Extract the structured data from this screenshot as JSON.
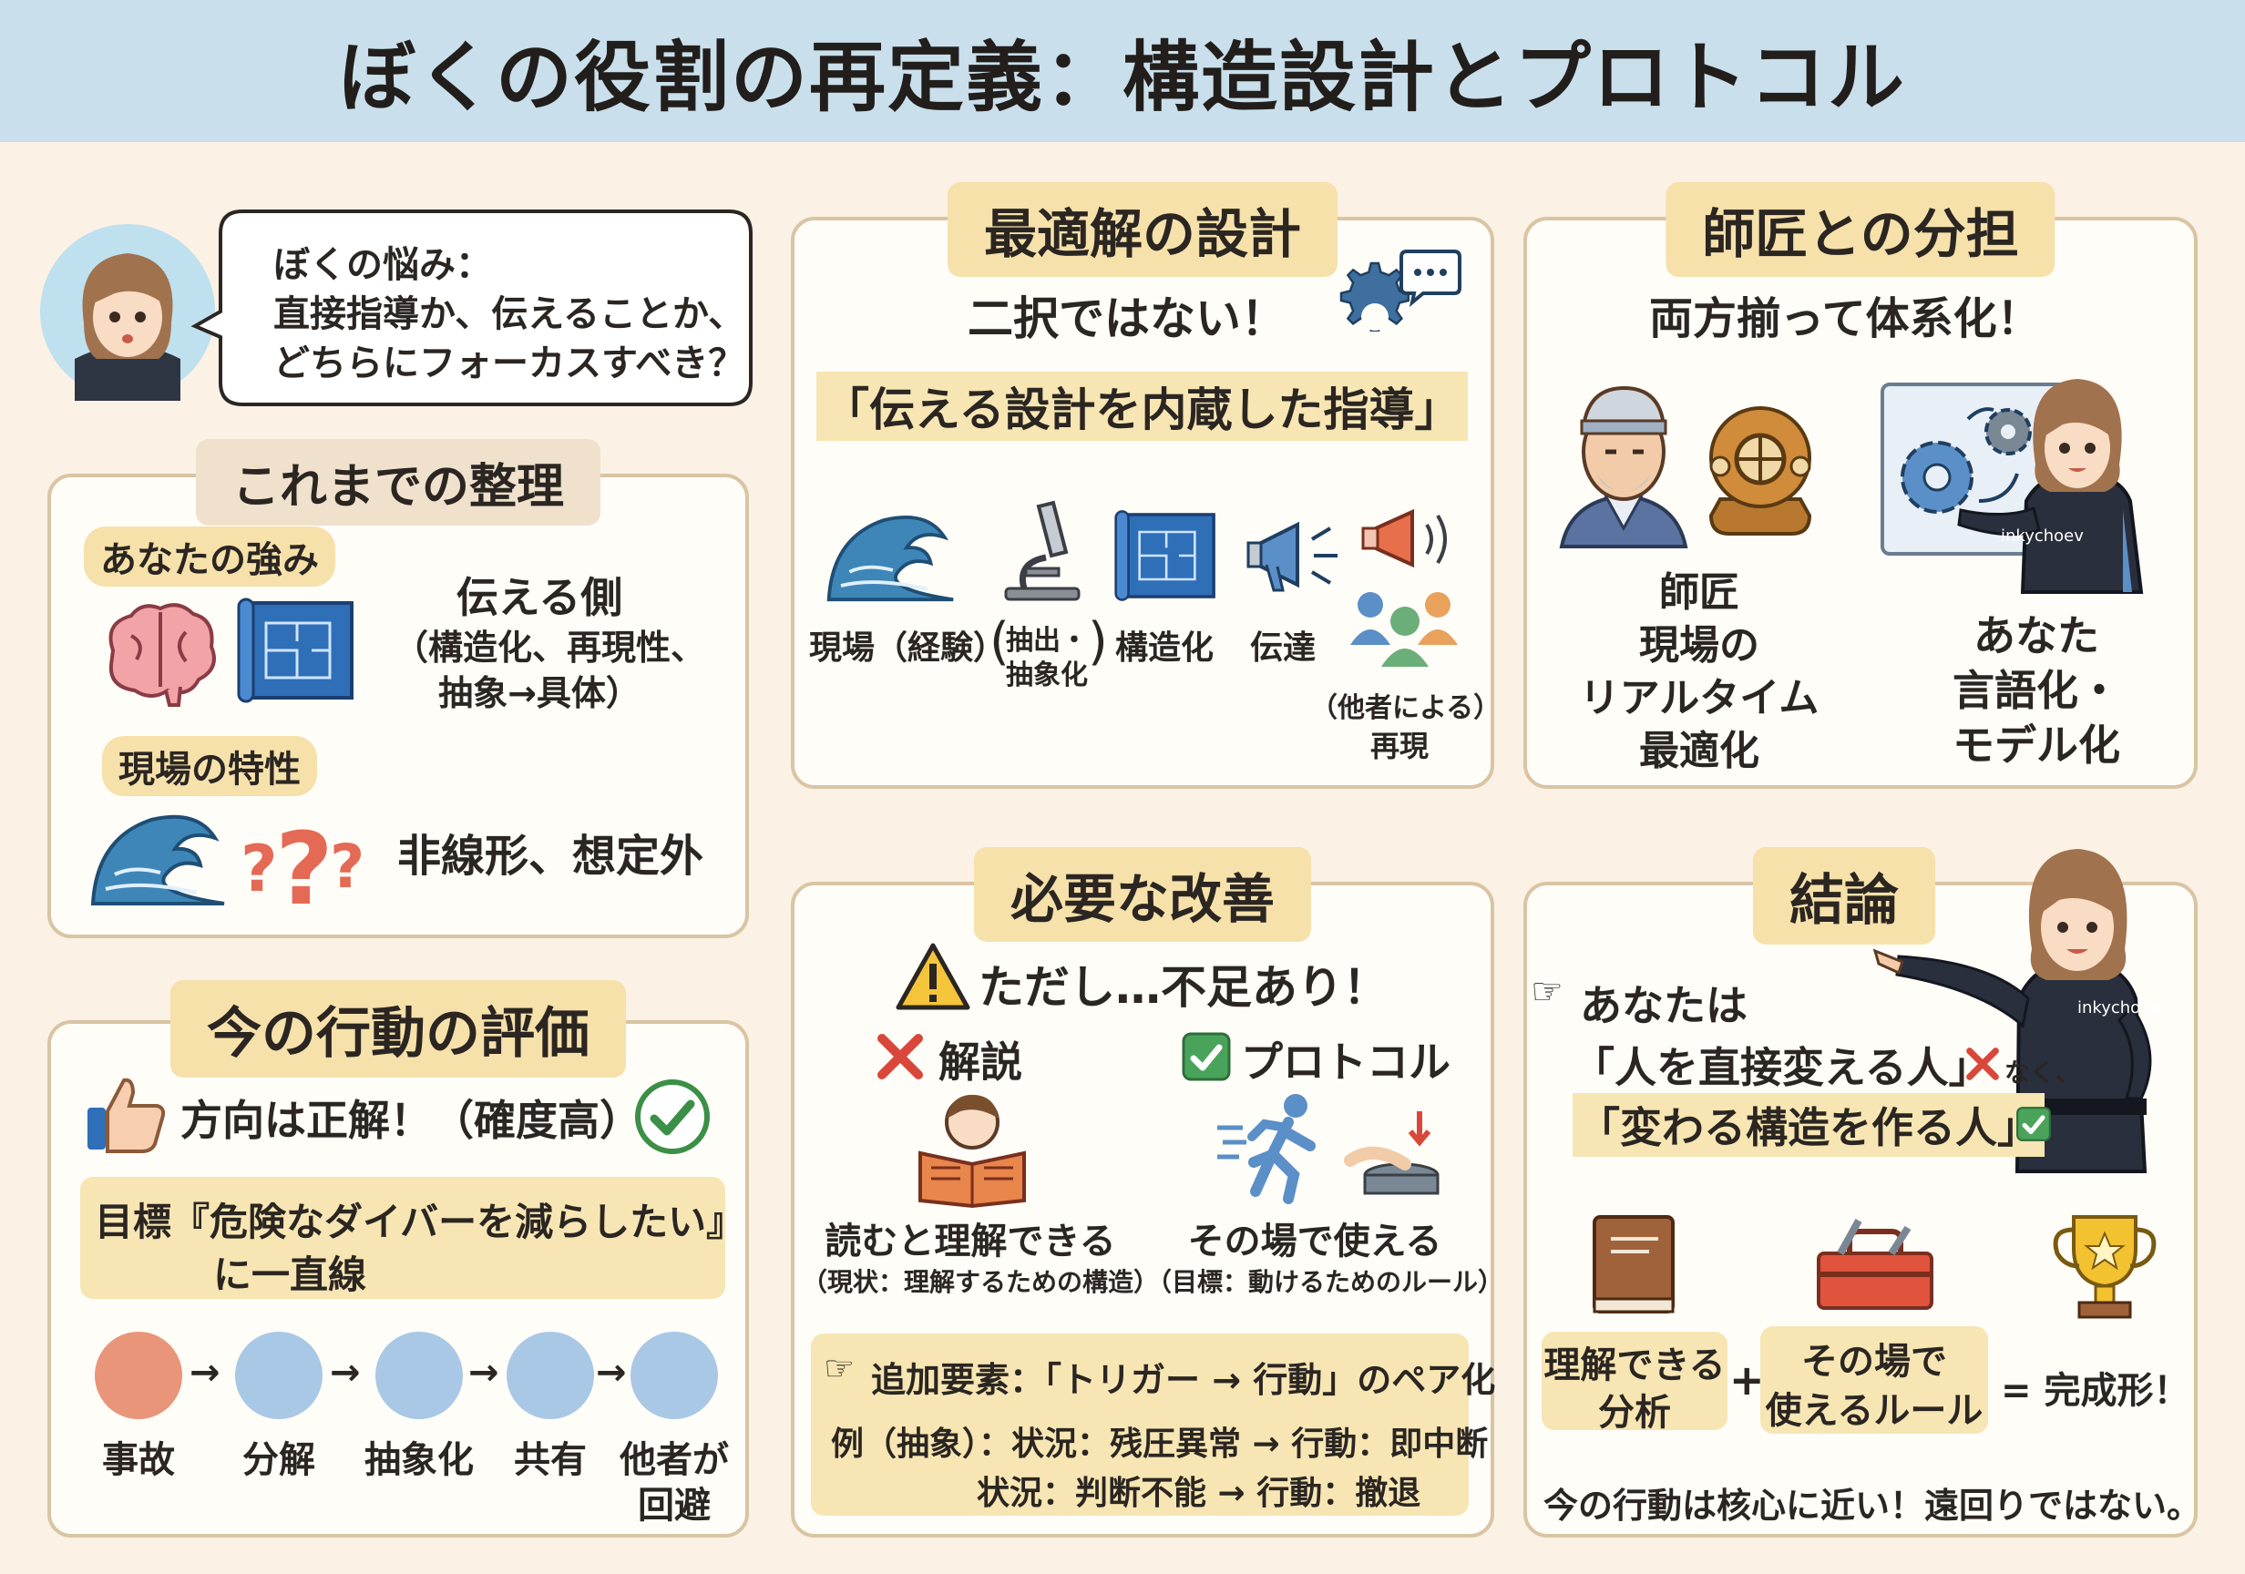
{
  "title": "ぼくの役割の再定義：構造設計とプロトコル",
  "speech": {
    "line1": "ぼくの悩み：",
    "line2": "直接指導か、伝えることか、",
    "line3": "どちらにフォーカスすべき？"
  },
  "summary": {
    "title": "これまでの整理",
    "strength_tag": "あなたの強み",
    "strength_line1": "伝える側",
    "strength_line2": "（構造化、再現性、",
    "strength_line3": "抽象→具体）",
    "field_tag": "現場の特性",
    "field_text": "非線形、想定外"
  },
  "evaluation": {
    "title": "今の行動の評価",
    "direction": "方向は正解！（確度高）",
    "goal_line1": "目標『危険なダイバーを減らしたい』",
    "goal_line2": "に一直線",
    "flow": [
      "事故",
      "分解",
      "抽象化",
      "共有",
      "他者が",
      "回避"
    ],
    "colors": {
      "accent_dot": "#e9957a",
      "dot": "#a9c8e6"
    }
  },
  "design": {
    "title": "最適解の設計",
    "headline": "二択ではない！",
    "concept": "「伝える設計を内蔵した指導」",
    "steps": [
      "現場（経験）",
      "抽出・",
      "抽象化",
      "構造化",
      "伝達",
      "（他者による）",
      "再現"
    ]
  },
  "division": {
    "title": "師匠との分担",
    "headline": "両方揃って体系化！",
    "master": [
      "師匠",
      "現場の",
      "リアルタイム",
      "最適化"
    ],
    "you": [
      "あなた",
      "言語化・",
      "モデル化"
    ],
    "shirt": "inkychoev"
  },
  "improvement": {
    "title": "必要な改善",
    "warning": "ただし…不足あり！",
    "bad_label": "解説",
    "good_label": "プロトコル",
    "bad_desc": "読むと理解できる",
    "bad_sub": "（現状：理解するための構造）",
    "good_desc": "その場で使える",
    "good_sub": "（目標：動けるためのルール）",
    "add": "追加要素：「トリガー → 行動」のペア化",
    "ex1": "例（抽象）：状況：残圧異常 → 行動：即中断",
    "ex2": "状況：判断不能 → 行動：撤退"
  },
  "conclusion": {
    "title": "結論",
    "line1": "あなたは",
    "line2": "「人を直接変える人」",
    "not": "なく、",
    "line3": "「変わる構造を作る人」",
    "item1_a": "理解できる",
    "item1_b": "分析",
    "item2_a": "その場で",
    "item2_b": "使えるルール",
    "plus": "+",
    "result": "= 完成形！",
    "footer": "今の行動は核心に近い！遠回りではない。",
    "shirt": "inkychoev"
  }
}
